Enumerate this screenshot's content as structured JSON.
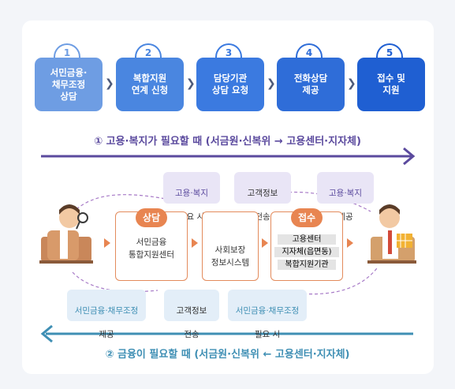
{
  "steps": [
    {
      "num": "1",
      "label": "서민금융·\n채무조정\n상담"
    },
    {
      "num": "2",
      "label": "복합지원\n연계 신청"
    },
    {
      "num": "3",
      "label": "담당기관\n상담 요청"
    },
    {
      "num": "4",
      "label": "전화상담\n제공"
    },
    {
      "num": "5",
      "label": "접수 및\n지원"
    }
  ],
  "caption_top": "① 고용·복지가 필요할 때 (서금원·신복위 → 고용센터·지자체)",
  "caption_bottom": "② 금융이 필요할 때 (서금원·신복위 ← 고용센터·지자체)",
  "top_bubbles": [
    {
      "line1": "고용·복지",
      "line2": "필요 시"
    },
    {
      "line1": "고객정보",
      "line2": "전송"
    },
    {
      "line1": "고용·복지",
      "line2": "제공"
    }
  ],
  "bottom_bubbles": [
    {
      "line1": "서민금융·채무조정",
      "line2": "제공"
    },
    {
      "line1": "고객정보",
      "line2": "전송"
    },
    {
      "line1": "서민금융·채무조정",
      "line2": "필요 시"
    }
  ],
  "box_counsel": {
    "tag": "상담",
    "text": "서민금융\n통합지원센터"
  },
  "box_system": {
    "text": "사회보장\n정보시스템"
  },
  "box_receive": {
    "tag": "접수",
    "orgs": [
      "고용센터",
      "지자체(읍면동)",
      "복합지원기관"
    ]
  },
  "colors": {
    "step1": "#6e9de3",
    "step2": "#4a86e0",
    "step3": "#3b7ae0",
    "step4": "#2f6dd8",
    "step5": "#1f5fd2",
    "purple": "#5b4a9e",
    "teal": "#3f8fb4",
    "orange": "#e88551",
    "bubble_purple": "#e9e5f6",
    "bubble_blue": "#e3eef8"
  }
}
